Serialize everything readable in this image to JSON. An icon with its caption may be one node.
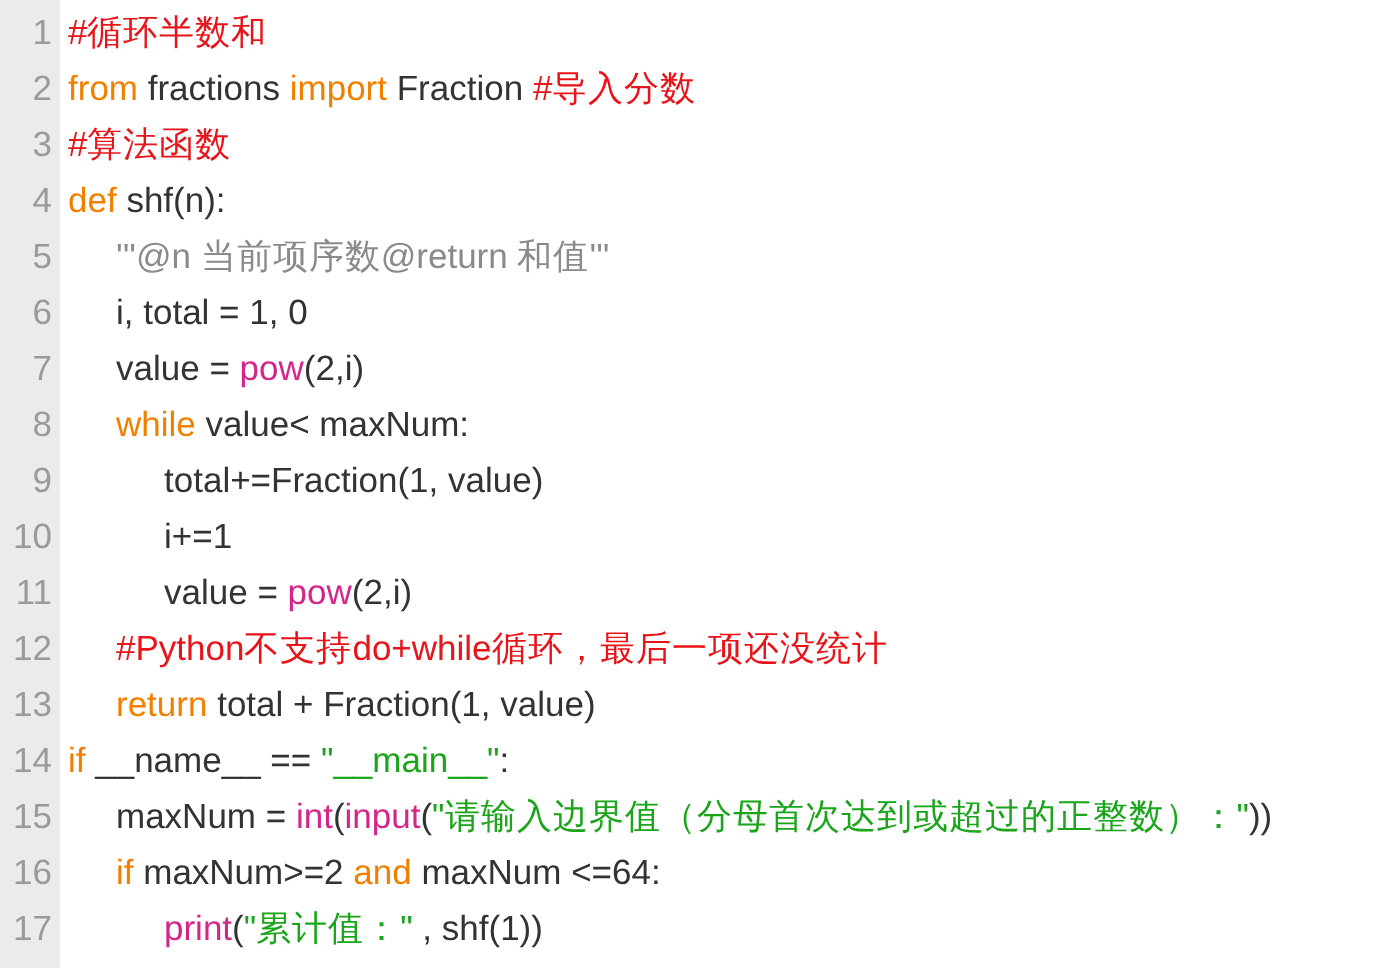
{
  "diagram": {
    "labels": [
      "1",
      "#循环半数和",
      "2",
      "from fractions import Fraction #导入分数",
      "3",
      "#算法函数",
      "4",
      "def shf(n):",
      "5",
      "'''@n 当前项序数@return 和值'''",
      "6",
      "i, total = 1, 0",
      "7",
      "value = pow(2,i)",
      "8",
      "while value< maxNum:",
      "9",
      "total+=Fraction(1, value)",
      "10",
      "i+=1",
      "11",
      "value = pow(2,i)",
      "12",
      "#Python不支持do+while循环，最后一项还没统计",
      "13",
      "return total + Fraction(1, value)",
      "14",
      "if __name__ == \"__main__\":",
      "15",
      "maxNum = int(input(\"请输入边界值（分母首次达到或超过的正整数）：\"))",
      "16",
      "if maxNum>=2 and maxNum <=64:",
      "17",
      "print(\"累计值：\" , shf(1))"
    ]
  }
}
